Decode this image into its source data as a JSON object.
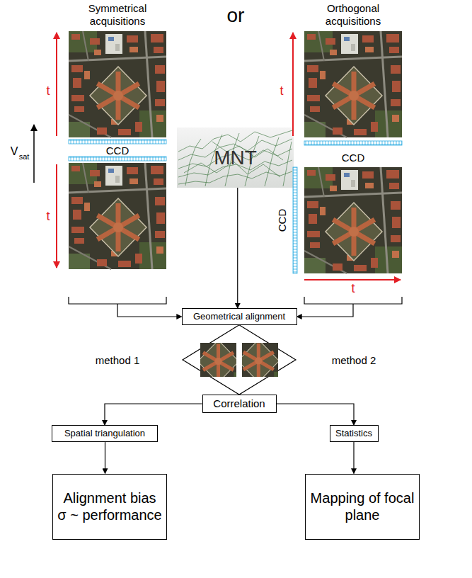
{
  "diagram": {
    "nodes": [
      {
        "text": [
          "Symmetrical acquisitions"
        ]
      },
      {
        "text": [
          "MNT"
        ]
      },
      {
        "text": [
          "Orthogonal acquisitions"
        ]
      },
      {
        "text": [
          "Geometrical alignment"
        ]
      },
      {
        "text": [
          "Correlation"
        ]
      },
      {
        "text": [
          "Spatial triangulation"
        ]
      },
      {
        "text": [
          "Statistics"
        ]
      },
      {
        "text": [
          "Alignment bias σ ~ performance"
        ]
      },
      {
        "text": [
          "Mapping of focal plane"
        ]
      }
    ],
    "edges": [
      {
        "from": 0,
        "to": 3,
        "arrow": "to"
      },
      {
        "from": 1,
        "to": 3,
        "arrow": "to"
      },
      {
        "from": 2,
        "to": 3,
        "arrow": "to"
      },
      {
        "from": 3,
        "to": 4,
        "arrow": "none"
      },
      {
        "from": 4,
        "to": 5,
        "arrow": "to"
      },
      {
        "from": 4,
        "to": 6,
        "arrow": "to"
      },
      {
        "from": 5,
        "to": 7,
        "arrow": "to"
      },
      {
        "from": 6,
        "to": 8,
        "arrow": "to"
      }
    ],
    "labels": [
      "or",
      "t",
      "CCD",
      "t",
      "V",
      "sat",
      "t",
      "CCD",
      "CCD",
      "t",
      "method 1",
      "method 2"
    ]
  }
}
